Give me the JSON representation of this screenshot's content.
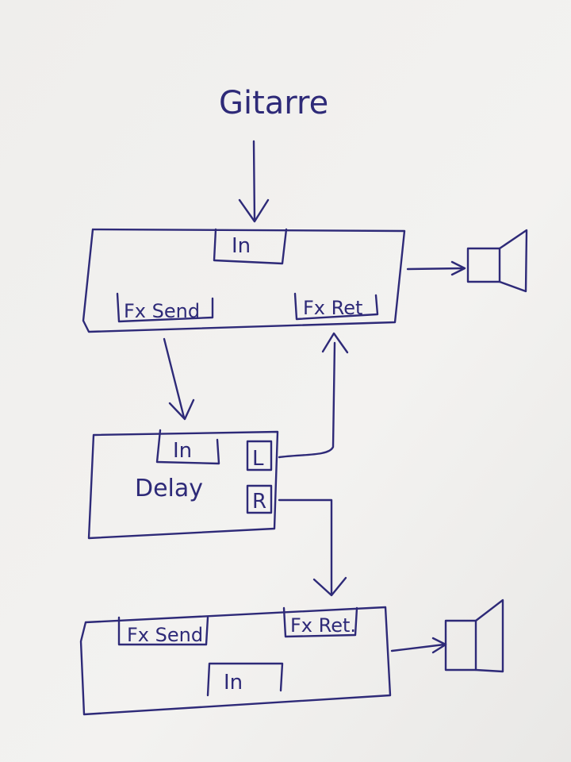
{
  "diagram": {
    "ink_color": "#2e2a78",
    "paper_color": "#f2f1ef",
    "title": "Gitarre",
    "amp1": {
      "in_label": "In",
      "fx_send_label": "Fx Send",
      "fx_ret_label": "Fx Ret",
      "speaker_icon": "speaker-icon"
    },
    "delay": {
      "name": "Delay",
      "in_label": "In",
      "out_l_label": "L",
      "out_r_label": "R"
    },
    "amp2": {
      "fx_send_label": "Fx Send",
      "fx_ret_label": "Fx Ret.",
      "in_label": "In",
      "speaker_icon": "speaker-icon"
    }
  }
}
